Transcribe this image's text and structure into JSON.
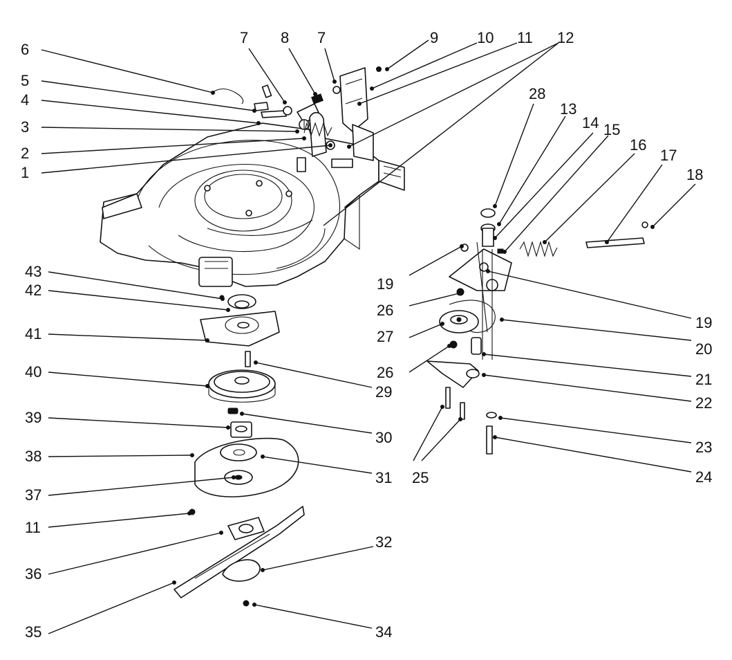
{
  "diagram": {
    "callouts": [
      "1",
      "2",
      "3",
      "4",
      "5",
      "6",
      "7",
      "8",
      "7",
      "9",
      "10",
      "11",
      "12",
      "28",
      "13",
      "14",
      "15",
      "16",
      "17",
      "18",
      "19",
      "19",
      "26",
      "27",
      "20",
      "26",
      "21",
      "22",
      "23",
      "24",
      "25",
      "43",
      "42",
      "41",
      "40",
      "29",
      "39",
      "30",
      "38",
      "31",
      "37",
      "11",
      "36",
      "32",
      "35",
      "34"
    ]
  }
}
